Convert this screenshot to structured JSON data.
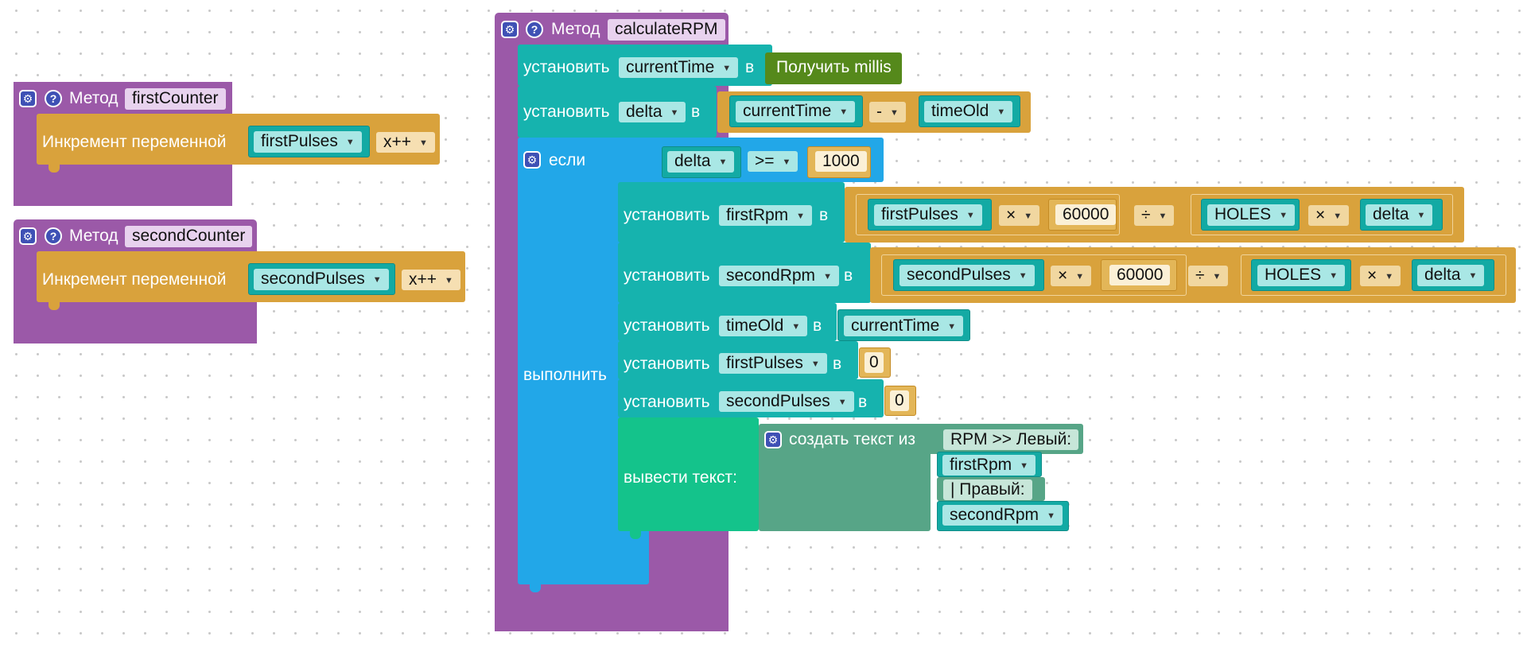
{
  "methods": [
    {
      "keyword": "Метод",
      "name": "firstCounter"
    },
    {
      "keyword": "Метод",
      "name": "secondCounter"
    },
    {
      "keyword": "Метод",
      "name": "calculateRPM"
    }
  ],
  "increment": {
    "label": "Инкремент переменной",
    "first_var": "firstPulses",
    "second_var": "secondPulses",
    "op": "x++"
  },
  "set_kw": "установить",
  "to_kw": "в",
  "millis": "Получить millis",
  "vars": {
    "currentTime": "currentTime",
    "delta": "delta",
    "timeOld": "timeOld",
    "firstRpm": "firstRpm",
    "secondRpm": "secondRpm",
    "firstPulses": "firstPulses",
    "secondPulses": "secondPulses",
    "holes": "HOLES"
  },
  "ops": {
    "minus": "-",
    "gte": ">=",
    "times": "×",
    "divide": "÷"
  },
  "numbers": {
    "threshold": "1000",
    "sixty_k": "60000",
    "zero": "0"
  },
  "if_block": {
    "if_label": "если",
    "do_label": "выполнить"
  },
  "print": {
    "label": "вывести текст:",
    "create_text": "создать текст из",
    "left_text": "RPM >> Левый:",
    "right_text": "| Правый:"
  },
  "colors": {
    "method": "#9b59a8",
    "math": "#d9a23c",
    "variable": "#16b3ae",
    "control": "#22a7e8",
    "millis": "#55891b",
    "print": "#14c38b",
    "text": "#57a587"
  }
}
